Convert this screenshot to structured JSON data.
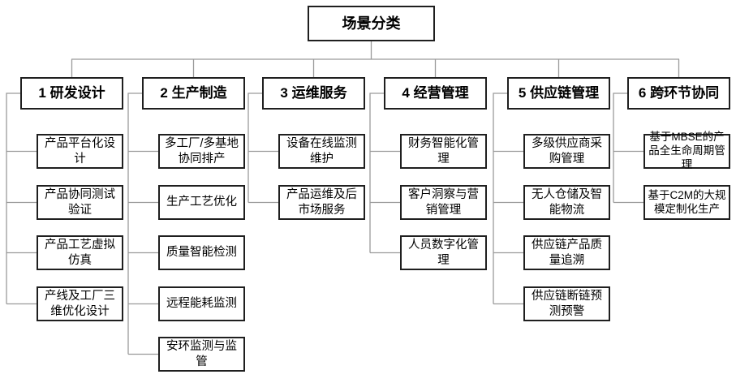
{
  "diagram": {
    "root": {
      "label": "场景分类"
    },
    "branches": [
      {
        "label": "1 研发设计",
        "children": [
          "产品平台化设计",
          "产品协同测试验证",
          "产品工艺虚拟仿真",
          "产线及工厂三维优化设计"
        ]
      },
      {
        "label": "2 生产制造",
        "children": [
          "多工厂/多基地协同排产",
          "生产工艺优化",
          "质量智能检测",
          "远程能耗监测",
          "安环监测与监管"
        ]
      },
      {
        "label": "3 运维服务",
        "children": [
          "设备在线监测维护",
          "产品运维及后市场服务"
        ]
      },
      {
        "label": "4 经营管理",
        "children": [
          "财务智能化管理",
          "客户洞察与营销管理",
          "人员数字化管理"
        ]
      },
      {
        "label": "5 供应链管理",
        "children": [
          "多级供应商采购管理",
          "无人仓储及智能物流",
          "供应链产品质量追溯",
          "供应链断链预测预警"
        ]
      },
      {
        "label": "6 跨环节协同",
        "children": [
          "基于MBSE的产品全生命周期管理",
          "基于C2M的大规模定制化生产"
        ]
      }
    ],
    "colors": {
      "background": "#ffffff",
      "box_border": "#1f1f1f",
      "connector": "#9a9a9a",
      "text": "#000000"
    }
  }
}
